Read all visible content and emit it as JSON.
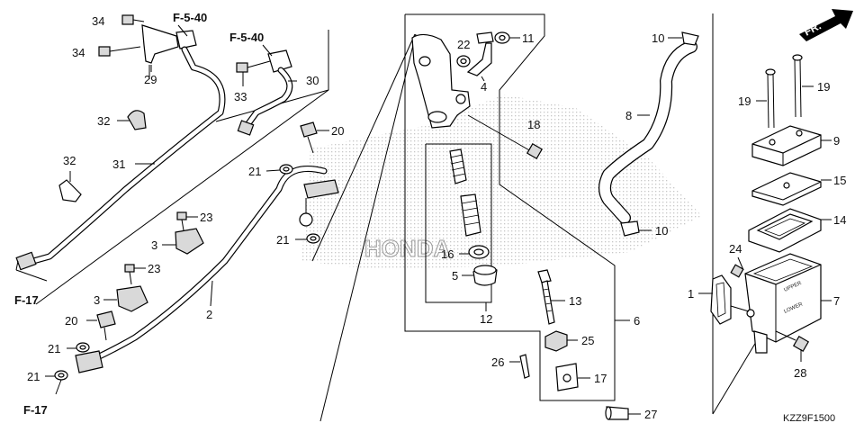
{
  "diagram": {
    "callouts": [
      {
        "id": "c34a",
        "text": "34"
      },
      {
        "id": "c34b",
        "text": "34"
      },
      {
        "id": "c29",
        "text": "29"
      },
      {
        "id": "c32a",
        "text": "32"
      },
      {
        "id": "c32b",
        "text": "32"
      },
      {
        "id": "c31",
        "text": "31"
      },
      {
        "id": "c33",
        "text": "33"
      },
      {
        "id": "c30",
        "text": "30"
      },
      {
        "id": "c20a",
        "text": "20"
      },
      {
        "id": "c21a",
        "text": "21"
      },
      {
        "id": "c21b",
        "text": "21"
      },
      {
        "id": "c23a",
        "text": "23"
      },
      {
        "id": "c3a",
        "text": "3"
      },
      {
        "id": "c23b",
        "text": "23"
      },
      {
        "id": "c3b",
        "text": "3"
      },
      {
        "id": "c2",
        "text": "2"
      },
      {
        "id": "c20b",
        "text": "20"
      },
      {
        "id": "c21c",
        "text": "21"
      },
      {
        "id": "c21d",
        "text": "21"
      },
      {
        "id": "c22",
        "text": "22"
      },
      {
        "id": "c11",
        "text": "11"
      },
      {
        "id": "c4",
        "text": "4"
      },
      {
        "id": "c18",
        "text": "18"
      },
      {
        "id": "c16",
        "text": "16"
      },
      {
        "id": "c5",
        "text": "5"
      },
      {
        "id": "c12",
        "text": "12"
      },
      {
        "id": "c13",
        "text": "13"
      },
      {
        "id": "c6",
        "text": "6"
      },
      {
        "id": "c25",
        "text": "25"
      },
      {
        "id": "c26",
        "text": "26"
      },
      {
        "id": "c17",
        "text": "17"
      },
      {
        "id": "c27",
        "text": "27"
      },
      {
        "id": "c10a",
        "text": "10"
      },
      {
        "id": "c8",
        "text": "8"
      },
      {
        "id": "c10b",
        "text": "10"
      },
      {
        "id": "c19a",
        "text": "19"
      },
      {
        "id": "c19b",
        "text": "19"
      },
      {
        "id": "c9",
        "text": "9"
      },
      {
        "id": "c15",
        "text": "15"
      },
      {
        "id": "c14",
        "text": "14"
      },
      {
        "id": "c24",
        "text": "24"
      },
      {
        "id": "c1",
        "text": "1"
      },
      {
        "id": "c7",
        "text": "7"
      },
      {
        "id": "c28",
        "text": "28"
      }
    ],
    "refs": [
      {
        "id": "r540a",
        "text": "F-5-40"
      },
      {
        "id": "r540b",
        "text": "F-5-40"
      },
      {
        "id": "r17a",
        "text": "F-17"
      },
      {
        "id": "r17b",
        "text": "F-17"
      }
    ],
    "front_arrow": "FR.",
    "reservoir_mark_upper": "UPPER",
    "reservoir_mark_lower": "LOWER",
    "watermark": "HONDA",
    "figure_code": "KZZ9F1500",
    "colors": {
      "line": "#000000",
      "background": "#ffffff",
      "shade": "#d9d9d9",
      "watermark": "#9a9a9a"
    }
  }
}
